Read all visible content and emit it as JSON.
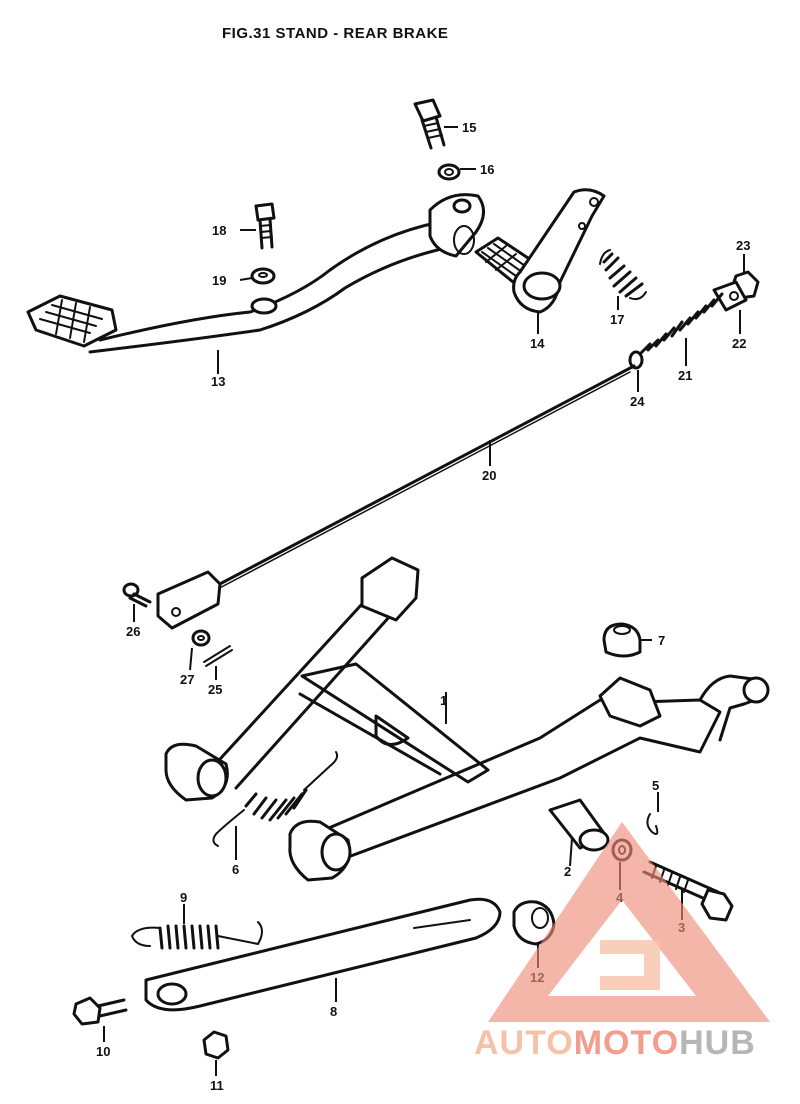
{
  "figure": {
    "title": "FIG.31   STAND - REAR BRAKE"
  },
  "callouts": [
    {
      "id": "c1",
      "label": "1"
    },
    {
      "id": "c2",
      "label": "2"
    },
    {
      "id": "c3",
      "label": "3"
    },
    {
      "id": "c4",
      "label": "4"
    },
    {
      "id": "c5",
      "label": "5"
    },
    {
      "id": "c6",
      "label": "6"
    },
    {
      "id": "c7",
      "label": "7"
    },
    {
      "id": "c8",
      "label": "8"
    },
    {
      "id": "c9",
      "label": "9"
    },
    {
      "id": "c10",
      "label": "10"
    },
    {
      "id": "c11",
      "label": "11"
    },
    {
      "id": "c12",
      "label": "12"
    },
    {
      "id": "c13",
      "label": "13"
    },
    {
      "id": "c14",
      "label": "14"
    },
    {
      "id": "c15",
      "label": "15"
    },
    {
      "id": "c16",
      "label": "16"
    },
    {
      "id": "c17",
      "label": "17"
    },
    {
      "id": "c18",
      "label": "18"
    },
    {
      "id": "c19",
      "label": "19"
    },
    {
      "id": "c20",
      "label": "20"
    },
    {
      "id": "c21",
      "label": "21"
    },
    {
      "id": "c22",
      "label": "22"
    },
    {
      "id": "c23",
      "label": "23"
    },
    {
      "id": "c24",
      "label": "24"
    },
    {
      "id": "c25",
      "label": "25"
    },
    {
      "id": "c26",
      "label": "26"
    },
    {
      "id": "c27",
      "label": "27"
    }
  ],
  "watermark": {
    "part1": "AUTO",
    "part2": "MOTO",
    "part3": "HUB",
    "color_light": "#f6b79a",
    "color_mid": "#f08c7a",
    "color_dark": "#aaaaaa"
  }
}
